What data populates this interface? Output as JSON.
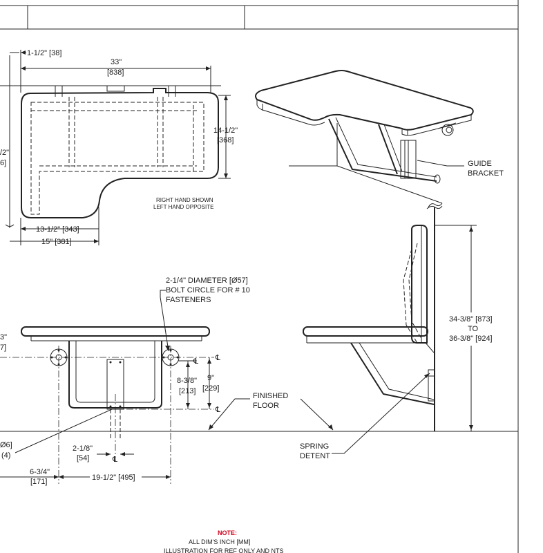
{
  "top_view": {
    "dim_overall_width": "33\"",
    "dim_overall_width_mm": "[838]",
    "dim_edge": "1-1/2\" [38]",
    "dim_depth": "14-1/2\"",
    "dim_depth_mm": "[368]",
    "dim_left_partial_1": "/2\"",
    "dim_left_partial_2": "6]",
    "dim_notch": "13-1/2\" [343]",
    "dim_notch_total": "15\" [381]",
    "hand_note_1": "RIGHT HAND SHOWN",
    "hand_note_2": "LEFT HAND OPPOSITE"
  },
  "iso_view": {
    "callout_1": "GUIDE",
    "callout_2": "BRACKET"
  },
  "front_view": {
    "bolt_note_1": "2-1/4\" DIAMETER [Ø57]",
    "bolt_note_2": "BOLT CIRCLE FOR # 10",
    "bolt_note_3": "FASTENERS",
    "cl_symbol": "℄",
    "dim_8_3_8": "8-3/8\"",
    "dim_8_3_8_mm": "[213]",
    "dim_9": "9\"",
    "dim_9_mm": "[229]",
    "dim_2_1_8": "2-1/8\"",
    "dim_2_1_8_mm": "[54]",
    "dim_6_3_4": "6-3/4\"",
    "dim_6_3_4_mm": "[171]",
    "dim_19_1_2": "19-1/2\" [495]",
    "left_partial_1": "3\"",
    "left_partial_2": "7]",
    "left_partial_3": "Ø6]",
    "left_partial_4": "(4)"
  },
  "side_view": {
    "floor_1": "FINISHED",
    "floor_2": "FLOOR",
    "detent_1": "SPRING",
    "detent_2": "DETENT",
    "height_1": "34-3/8\" [873]",
    "height_2": "TO",
    "height_3": "36-3/8\" [924]"
  },
  "note": {
    "title": "NOTE:",
    "line_1": "ALL DIM'S INCH [MM]",
    "line_2": "ILLUSTRATION FOR REF ONLY AND NTS"
  }
}
